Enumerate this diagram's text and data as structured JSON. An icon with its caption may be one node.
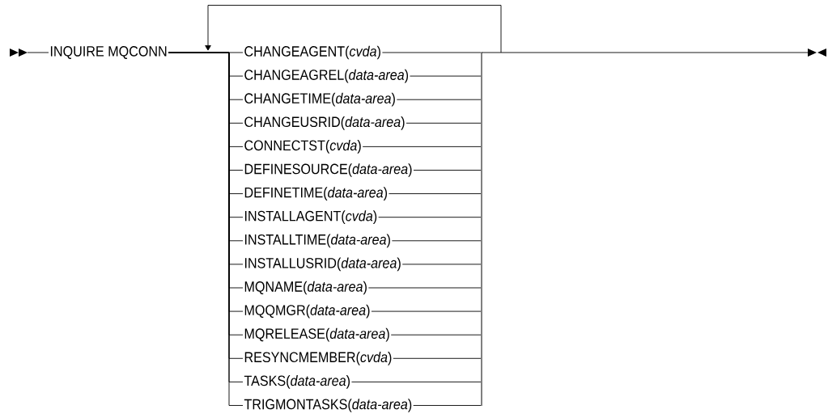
{
  "diagram": {
    "nodes": [
      {
        "text": [
          "INQUIRE MQCONN"
        ]
      },
      {
        "text": [
          "CHANGEAGENT(*cvda*)"
        ]
      },
      {
        "text": [
          "CHANGEAGREL(*data-area*)"
        ]
      },
      {
        "text": [
          "CHANGETIME(*data-area*)"
        ]
      },
      {
        "text": [
          "CHANGEUSRID(*data-area*)"
        ]
      },
      {
        "text": [
          "CONNECTST(*cvda*)"
        ]
      },
      {
        "text": [
          "DEFINESOURCE(*data-area*)"
        ]
      },
      {
        "text": [
          "DEFINETIME(*data-area*)"
        ]
      },
      {
        "text": [
          "INSTALLAGENT(*cvda*)"
        ]
      },
      {
        "text": [
          "INSTALLTIME(*data-area*)"
        ]
      },
      {
        "text": [
          "INSTALLUSRID(*data-area*)"
        ]
      },
      {
        "text": [
          "MQNAME(*data-area*)"
        ]
      },
      {
        "text": [
          "MQQMGR(*data-area*)"
        ]
      },
      {
        "text": [
          "MQRELEASE(*data-area*)"
        ]
      },
      {
        "text": [
          "RESYNCMEMBER(*cvda*)"
        ]
      },
      {
        "text": [
          "TASKS(*data-area*)"
        ]
      },
      {
        "text": [
          "TRIGMONTASKS(*data-area*)"
        ]
      },
      {
        "text": [],
        "shape": "bar"
      }
    ],
    "edges": [
      {
        "from": 0,
        "to": 1,
        "arrow": "none"
      },
      {
        "from": 0,
        "to": 2,
        "arrow": "none"
      },
      {
        "from": 0,
        "to": 3,
        "arrow": "none"
      },
      {
        "from": 0,
        "to": 4,
        "arrow": "none"
      },
      {
        "from": 0,
        "to": 5,
        "arrow": "none"
      },
      {
        "from": 0,
        "to": 6,
        "arrow": "none"
      },
      {
        "from": 0,
        "to": 7,
        "arrow": "none"
      },
      {
        "from": 0,
        "to": 8,
        "arrow": "none"
      },
      {
        "from": 0,
        "to": 9,
        "arrow": "none"
      },
      {
        "from": 0,
        "to": 10,
        "arrow": "none"
      },
      {
        "from": 0,
        "to": 11,
        "arrow": "none"
      },
      {
        "from": 0,
        "to": 12,
        "arrow": "none"
      },
      {
        "from": 0,
        "to": 13,
        "arrow": "none"
      },
      {
        "from": 0,
        "to": 14,
        "arrow": "none"
      },
      {
        "from": 0,
        "to": 15,
        "arrow": "none"
      },
      {
        "from": 0,
        "to": 16,
        "arrow": "none"
      },
      {
        "from": 1,
        "to": 17,
        "arrow": "none"
      },
      {
        "from": 2,
        "to": 17,
        "arrow": "none"
      },
      {
        "from": 3,
        "to": 17,
        "arrow": "none"
      },
      {
        "from": 4,
        "to": 17,
        "arrow": "none"
      },
      {
        "from": 5,
        "to": 17,
        "arrow": "none"
      },
      {
        "from": 6,
        "to": 17,
        "arrow": "none"
      },
      {
        "from": 7,
        "to": 17,
        "arrow": "none"
      },
      {
        "from": 8,
        "to": 17,
        "arrow": "none"
      },
      {
        "from": 9,
        "to": 17,
        "arrow": "none"
      },
      {
        "from": 10,
        "to": 17,
        "arrow": "none"
      },
      {
        "from": 11,
        "to": 17,
        "arrow": "none"
      },
      {
        "from": 12,
        "to": 17,
        "arrow": "none"
      },
      {
        "from": 13,
        "to": 17,
        "arrow": "none"
      },
      {
        "from": 14,
        "to": 17,
        "arrow": "none"
      },
      {
        "from": 15,
        "to": 17,
        "arrow": "none"
      },
      {
        "from": 16,
        "to": 17,
        "arrow": "none"
      }
    ]
  }
}
